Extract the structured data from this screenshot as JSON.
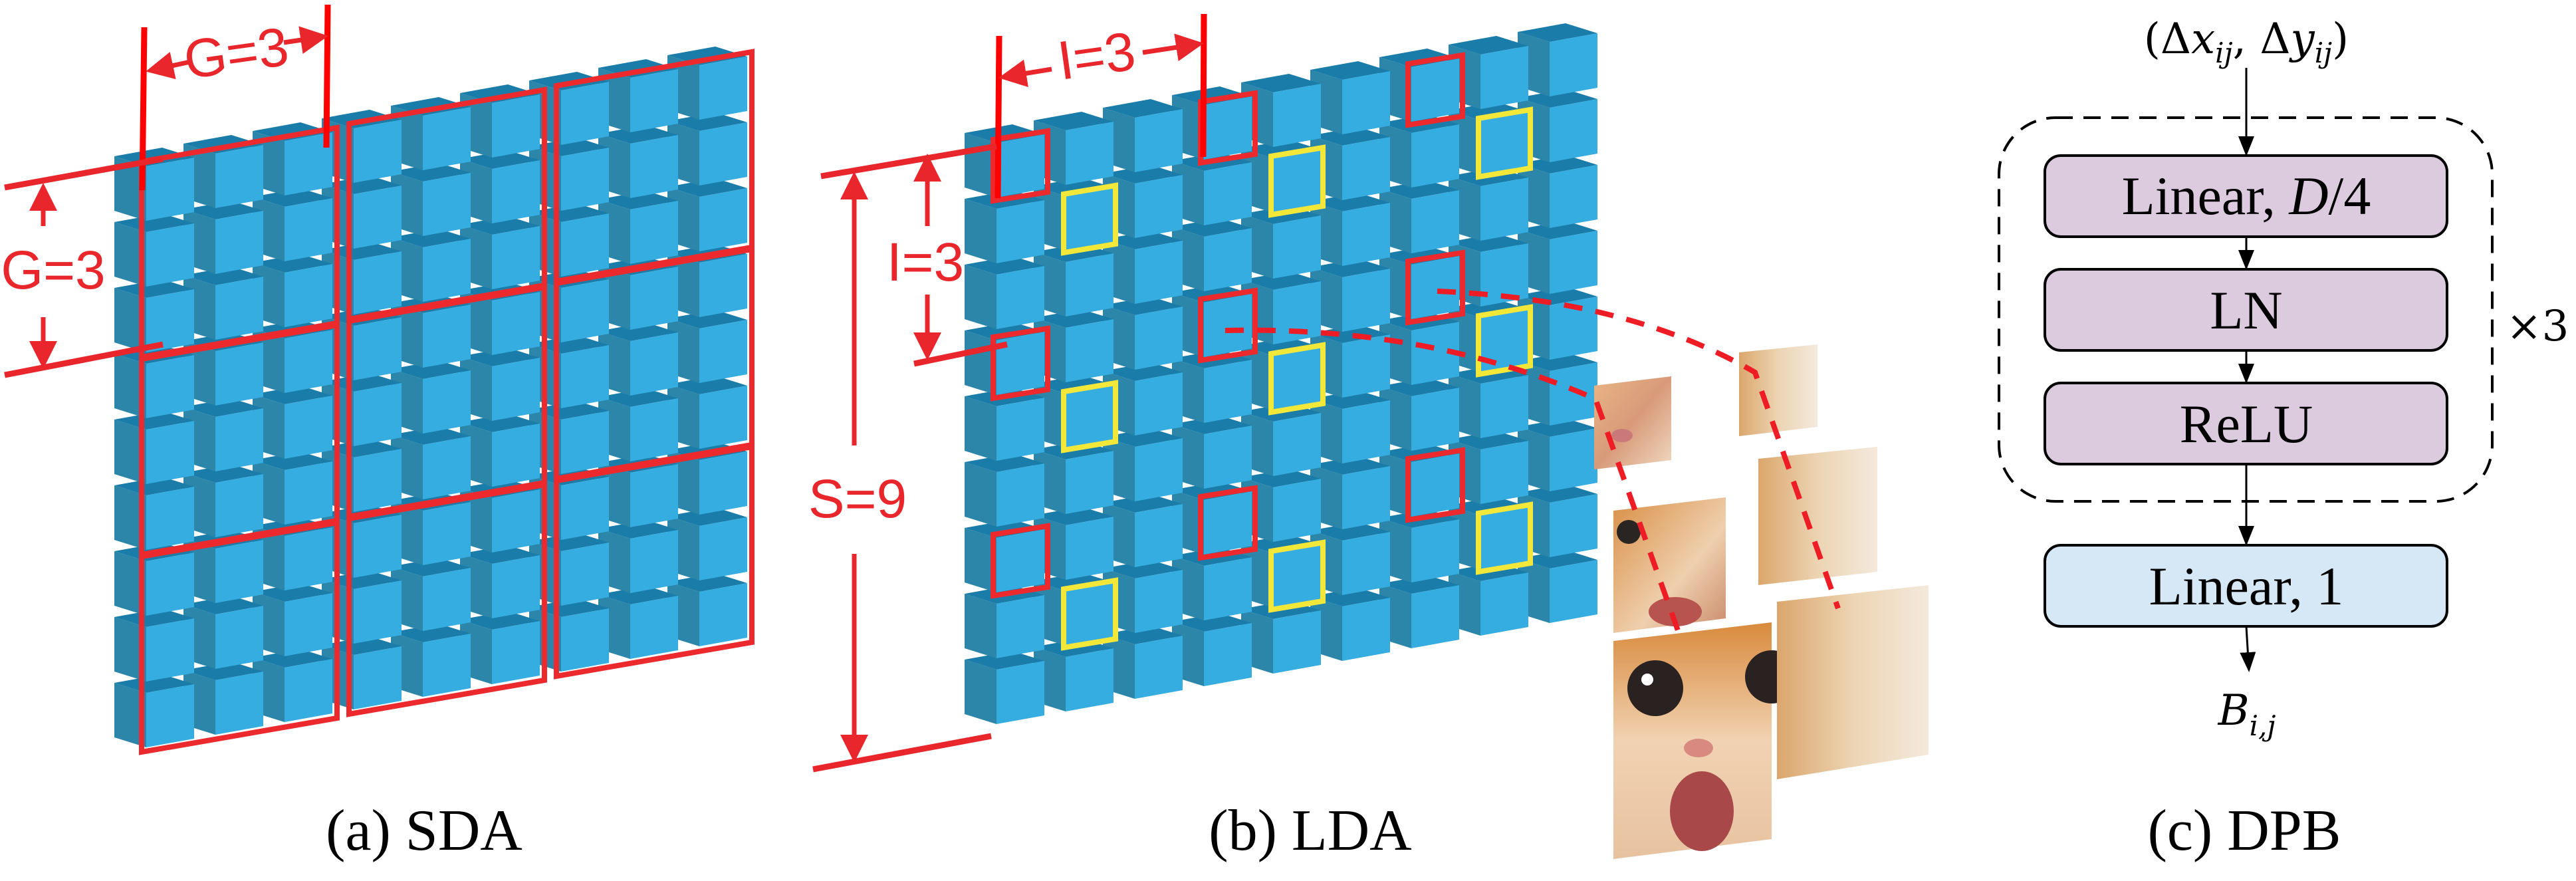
{
  "colors": {
    "cube_front": "#36ade1",
    "cube_side": "#2c86a9",
    "cube_top": "#1a7ca8",
    "red": "#ec2a2d",
    "yellow": "#f3e83a",
    "purple_box": "#dccadf",
    "blue_box": "#d6e7f5"
  },
  "sda": {
    "caption": "(a) SDA",
    "grid_rows": 9,
    "grid_cols": 9,
    "group_size": 3,
    "label_top": "G=3",
    "label_left": "G=3"
  },
  "lda": {
    "caption": "(b) LDA",
    "grid_rows": 9,
    "grid_cols": 9,
    "interval": 3,
    "label_top": "I=3",
    "label_left": "I=3",
    "label_size": "S=9"
  },
  "dpb": {
    "caption": "(c) DPB",
    "input": {
      "open": "(Δ",
      "x": "x",
      "sub1": "ij",
      "mid": ", Δ",
      "y": "y",
      "sub2": "ij",
      "close": ")"
    },
    "blocks": [
      {
        "pre": "Linear, ",
        "it": "D",
        "post": "/4"
      },
      {
        "pre": "LN",
        "it": "",
        "post": ""
      },
      {
        "pre": "ReLU",
        "it": "",
        "post": ""
      }
    ],
    "repeat": "×3",
    "final_block": "Linear, 1",
    "output": {
      "main": "B",
      "sub": "i,j"
    }
  }
}
